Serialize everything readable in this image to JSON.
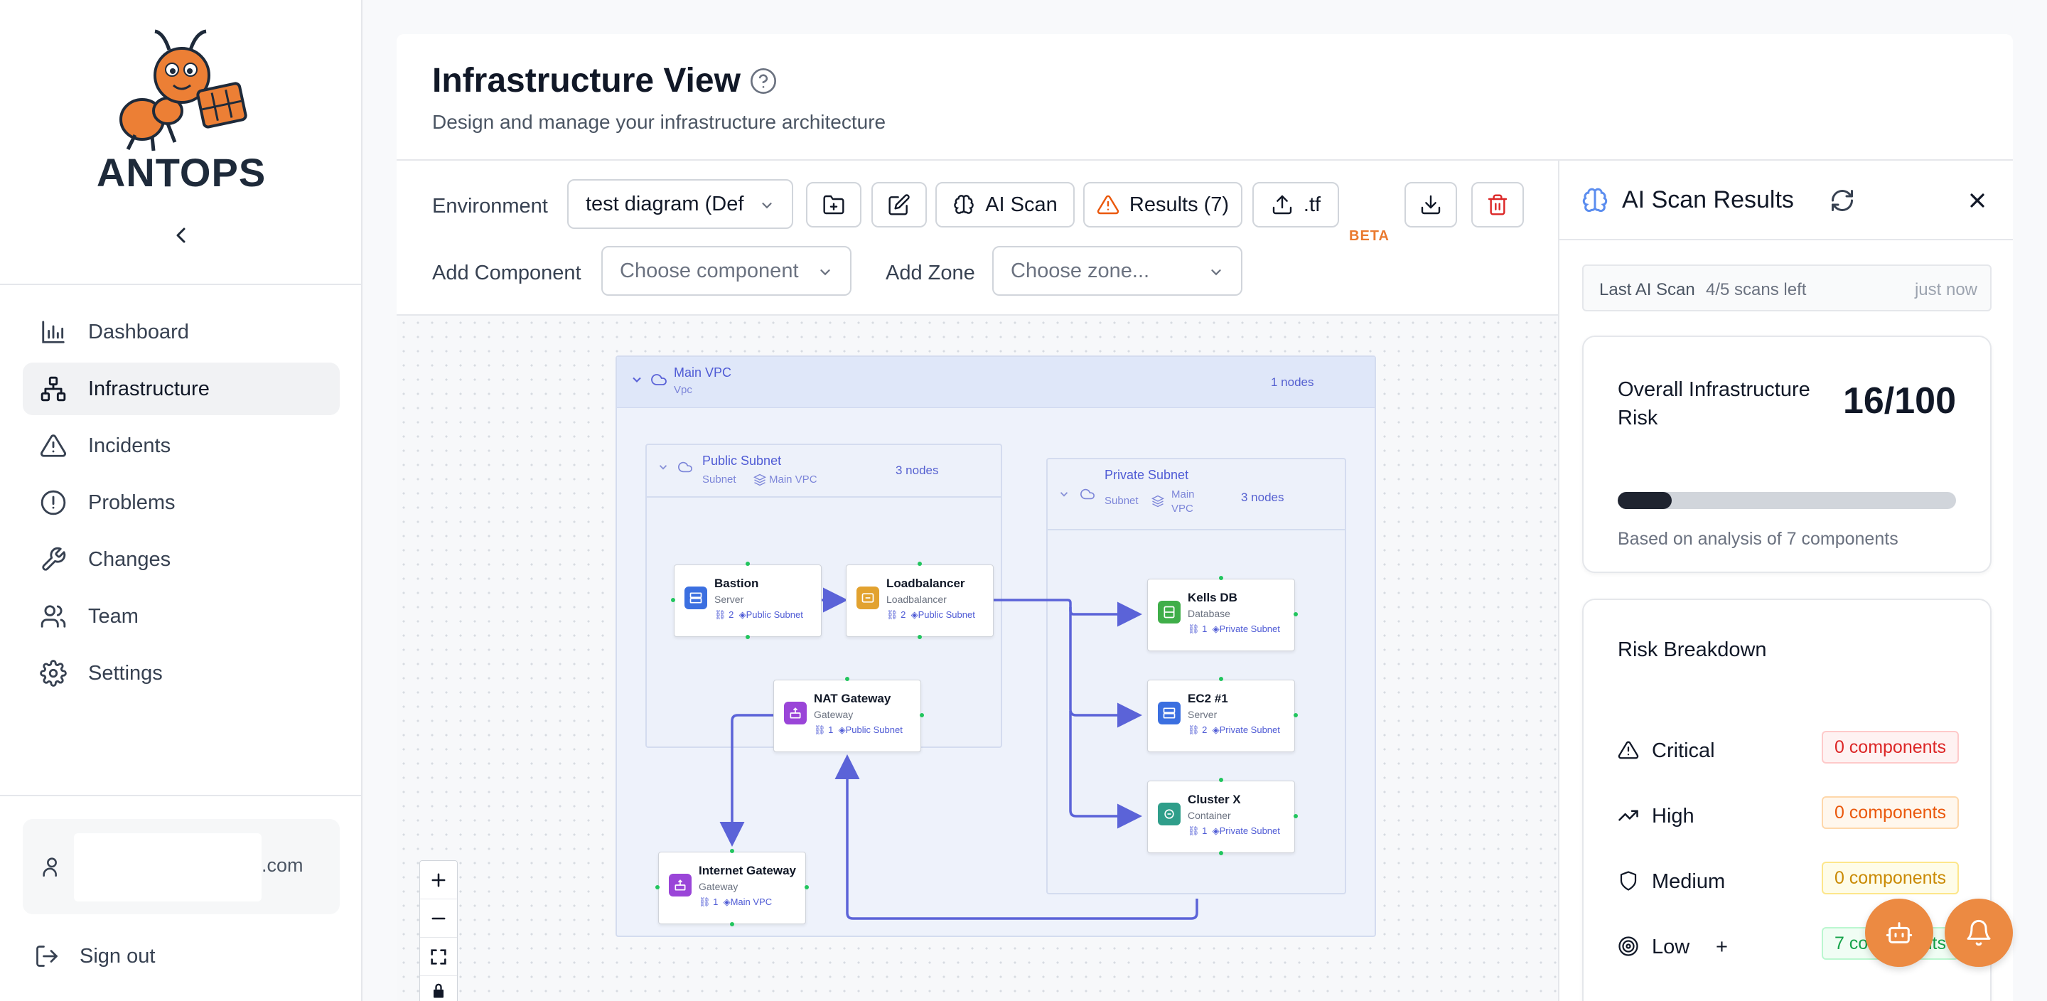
{
  "brand": {
    "name": "ANTOPS"
  },
  "sidebar": {
    "items": [
      {
        "label": "Dashboard",
        "icon": "bar-chart-icon"
      },
      {
        "label": "Infrastructure",
        "icon": "network-icon",
        "active": true
      },
      {
        "label": "Incidents",
        "icon": "warning-triangle-icon"
      },
      {
        "label": "Problems",
        "icon": "alert-circle-icon"
      },
      {
        "label": "Changes",
        "icon": "wrench-icon"
      },
      {
        "label": "Team",
        "icon": "users-icon"
      },
      {
        "label": "Settings",
        "icon": "gear-icon"
      }
    ],
    "user_email_suffix": ".com",
    "sign_out": "Sign out"
  },
  "header": {
    "title": "Infrastructure View",
    "subtitle": "Design and manage your infrastructure architecture"
  },
  "toolbar": {
    "environment_label": "Environment",
    "environment_value": "test diagram (Def",
    "ai_scan": "AI Scan",
    "results": "Results (7)",
    "tf": ".tf",
    "beta": "BETA",
    "add_component_label": "Add Component",
    "component_placeholder": "Choose component",
    "add_zone_label": "Add Zone",
    "zone_placeholder": "Choose zone..."
  },
  "diagram": {
    "vpc": {
      "name": "Main VPC",
      "type": "Vpc",
      "count": "1 nodes"
    },
    "public_subnet": {
      "name": "Public Subnet",
      "type": "Subnet",
      "parent": "Main VPC",
      "count": "3 nodes"
    },
    "private_subnet": {
      "name": "Private Subnet",
      "type": "Subnet",
      "parent": "Main VPC",
      "count": "3 nodes"
    },
    "nodes": {
      "bastion": {
        "title": "Bastion",
        "type": "Server",
        "links": "2",
        "zone": "Public Subnet"
      },
      "loadbalancer": {
        "title": "Loadbalancer",
        "type": "Loadbalancer",
        "links": "2",
        "zone": "Public Subnet"
      },
      "nat": {
        "title": "NAT Gateway",
        "type": "Gateway",
        "links": "1",
        "zone": "Public Subnet"
      },
      "igw": {
        "title": "Internet Gateway",
        "type": "Gateway",
        "links": "1",
        "zone": "Main VPC"
      },
      "kells": {
        "title": "Kells DB",
        "type": "Database",
        "links": "1",
        "zone": "Private Subnet"
      },
      "ec2": {
        "title": "EC2 #1",
        "type": "Server",
        "links": "2",
        "zone": "Private Subnet"
      },
      "cluster": {
        "title": "Cluster X",
        "type": "Container",
        "links": "1",
        "zone": "Private Subnet"
      }
    }
  },
  "results": {
    "title": "AI Scan Results",
    "last_scan_label": "Last AI Scan",
    "scans_left": "4/5 scans left",
    "when": "just now",
    "risk_label": "Overall Infrastructure Risk",
    "risk_score": "16/100",
    "risk_fraction": 0.16,
    "risk_note": "Based on analysis of 7 components",
    "breakdown_title": "Risk Breakdown",
    "breakdown": {
      "critical": {
        "label": "Critical",
        "value": "0 components"
      },
      "high": {
        "label": "High",
        "value": "0 components"
      },
      "medium": {
        "label": "Medium",
        "value": "0 components"
      },
      "low": {
        "label": "Low",
        "plus": "+",
        "value": "7 components"
      }
    }
  },
  "colors": {
    "accent": "#5b63d8",
    "brand_orange": "#ec8a42",
    "critical": "#dc2626",
    "high": "#ea580c",
    "medium": "#ca8a04",
    "low": "#16a34a"
  }
}
